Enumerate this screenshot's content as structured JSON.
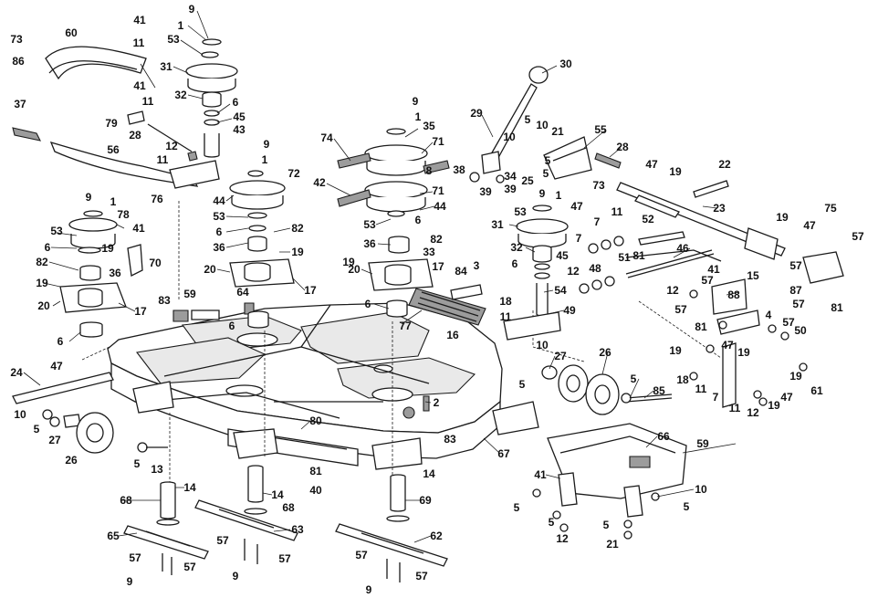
{
  "callouts": [
    [
      "9",
      210,
      10
    ],
    [
      "41",
      153,
      22
    ],
    [
      "73",
      18,
      43
    ],
    [
      "60",
      78,
      36
    ],
    [
      "11",
      152,
      47
    ],
    [
      "1",
      198,
      28
    ],
    [
      "53",
      190,
      43
    ],
    [
      "86",
      20,
      67
    ],
    [
      "31",
      182,
      73
    ],
    [
      "41",
      153,
      94
    ],
    [
      "37",
      22,
      114
    ],
    [
      "11",
      162,
      111
    ],
    [
      "32",
      198,
      104
    ],
    [
      "6",
      258,
      112
    ],
    [
      "45",
      262,
      128
    ],
    [
      "79",
      122,
      135
    ],
    [
      "28",
      148,
      148
    ],
    [
      "43",
      262,
      142
    ],
    [
      "56",
      124,
      164
    ],
    [
      "12",
      188,
      160
    ],
    [
      "11",
      178,
      175
    ],
    [
      "9",
      292,
      158
    ],
    [
      "1",
      290,
      175
    ],
    [
      "72",
      322,
      190
    ],
    [
      "76",
      172,
      218
    ],
    [
      "44",
      240,
      220
    ],
    [
      "53",
      240,
      237
    ],
    [
      "6",
      240,
      254
    ],
    [
      "82",
      326,
      250
    ],
    [
      "36",
      240,
      271
    ],
    [
      "19",
      326,
      276
    ],
    [
      "9",
      97,
      216
    ],
    [
      "1",
      124,
      221
    ],
    [
      "78",
      135,
      235
    ],
    [
      "53",
      62,
      253
    ],
    [
      "41",
      152,
      250
    ],
    [
      "6",
      52,
      271
    ],
    [
      "19",
      118,
      272
    ],
    [
      "82",
      46,
      287
    ],
    [
      "36",
      126,
      299
    ],
    [
      "70",
      170,
      288
    ],
    [
      "19",
      46,
      310
    ],
    [
      "20",
      48,
      335
    ],
    [
      "17",
      154,
      341
    ],
    [
      "6",
      66,
      374
    ],
    [
      "20",
      230,
      295
    ],
    [
      "17",
      340,
      318
    ],
    [
      "83",
      180,
      329
    ],
    [
      "59",
      208,
      322
    ],
    [
      "64",
      266,
      320
    ],
    [
      "6",
      254,
      357
    ],
    [
      "47",
      62,
      401
    ],
    [
      "24",
      18,
      408
    ],
    [
      "10",
      22,
      454
    ],
    [
      "5",
      40,
      470
    ],
    [
      "27",
      60,
      482
    ],
    [
      "26",
      78,
      504
    ],
    [
      "5",
      150,
      508
    ],
    [
      "13",
      172,
      514
    ],
    [
      "14",
      208,
      534
    ],
    [
      "68",
      138,
      548
    ],
    [
      "65",
      124,
      587
    ],
    [
      "57",
      148,
      611
    ],
    [
      "57",
      208,
      621
    ],
    [
      "9",
      142,
      637
    ],
    [
      "14",
      304,
      542
    ],
    [
      "68",
      316,
      556
    ],
    [
      "63",
      326,
      580
    ],
    [
      "57",
      244,
      592
    ],
    [
      "57",
      312,
      612
    ],
    [
      "9",
      258,
      631
    ],
    [
      "80",
      346,
      461
    ],
    [
      "81",
      346,
      516
    ],
    [
      "40",
      346,
      537
    ],
    [
      "9",
      455,
      111
    ],
    [
      "1",
      458,
      128
    ],
    [
      "35",
      470,
      138
    ],
    [
      "74",
      358,
      151
    ],
    [
      "71",
      480,
      155
    ],
    [
      "8",
      470,
      187
    ],
    [
      "42",
      350,
      200
    ],
    [
      "71",
      480,
      209
    ],
    [
      "44",
      482,
      226
    ],
    [
      "53",
      405,
      246
    ],
    [
      "6",
      458,
      241
    ],
    [
      "36",
      405,
      267
    ],
    [
      "82",
      478,
      262
    ],
    [
      "33",
      470,
      276
    ],
    [
      "17",
      480,
      292
    ],
    [
      "19",
      382,
      287
    ],
    [
      "20",
      388,
      295
    ],
    [
      "84",
      505,
      297
    ],
    [
      "3",
      522,
      291
    ],
    [
      "77",
      444,
      357
    ],
    [
      "6",
      403,
      333
    ],
    [
      "16",
      496,
      367
    ],
    [
      "2",
      478,
      441
    ],
    [
      "83",
      493,
      481
    ],
    [
      "67",
      552,
      497
    ],
    [
      "14",
      470,
      519
    ],
    [
      "69",
      466,
      548
    ],
    [
      "62",
      478,
      587
    ],
    [
      "57",
      396,
      608
    ],
    [
      "57",
      462,
      631
    ],
    [
      "9",
      404,
      646
    ],
    [
      "30",
      620,
      70
    ],
    [
      "29",
      522,
      124
    ],
    [
      "5",
      578,
      131
    ],
    [
      "10",
      558,
      150
    ],
    [
      "10",
      594,
      137
    ],
    [
      "21",
      611,
      144
    ],
    [
      "55",
      658,
      142
    ],
    [
      "28",
      682,
      161
    ],
    [
      "38",
      503,
      186
    ],
    [
      "39",
      532,
      210
    ],
    [
      "39",
      559,
      207
    ],
    [
      "34",
      559,
      193
    ],
    [
      "25",
      578,
      198
    ],
    [
      "5",
      600,
      176
    ],
    [
      "5",
      598,
      190
    ],
    [
      "73",
      656,
      203
    ],
    [
      "9",
      594,
      212
    ],
    [
      "1",
      612,
      214
    ],
    [
      "47",
      632,
      226
    ],
    [
      "53",
      570,
      232
    ],
    [
      "11",
      676,
      232
    ],
    [
      "31",
      545,
      246
    ],
    [
      "7",
      654,
      243
    ],
    [
      "7",
      634,
      261
    ],
    [
      "32",
      566,
      271
    ],
    [
      "6",
      564,
      289
    ],
    [
      "45",
      616,
      280
    ],
    [
      "52",
      710,
      240
    ],
    [
      "81",
      700,
      280
    ],
    [
      "12",
      628,
      297
    ],
    [
      "48",
      652,
      294
    ],
    [
      "51",
      684,
      282
    ],
    [
      "54",
      614,
      318
    ],
    [
      "18",
      554,
      330
    ],
    [
      "11",
      554,
      347
    ],
    [
      "49",
      624,
      340
    ],
    [
      "47",
      714,
      180
    ],
    [
      "19",
      740,
      188
    ],
    [
      "22",
      794,
      180
    ],
    [
      "23",
      788,
      228
    ],
    [
      "46",
      748,
      272
    ],
    [
      "19",
      857,
      238
    ],
    [
      "47",
      887,
      247
    ],
    [
      "75",
      910,
      228
    ],
    [
      "57",
      940,
      259
    ],
    [
      "57",
      872,
      291
    ],
    [
      "15",
      825,
      302
    ],
    [
      "87",
      872,
      318
    ],
    [
      "57",
      875,
      333
    ],
    [
      "81",
      917,
      337
    ],
    [
      "41",
      782,
      295
    ],
    [
      "57",
      775,
      307
    ],
    [
      "88",
      804,
      323
    ],
    [
      "12",
      737,
      318
    ],
    [
      "57",
      746,
      339
    ],
    [
      "81",
      768,
      358
    ],
    [
      "4",
      842,
      345
    ],
    [
      "57",
      864,
      353
    ],
    [
      "50",
      877,
      362
    ],
    [
      "47",
      797,
      378
    ],
    [
      "19",
      815,
      386
    ],
    [
      "19",
      740,
      384
    ],
    [
      "7",
      784,
      435
    ],
    [
      "47",
      862,
      435
    ],
    [
      "19",
      872,
      412
    ],
    [
      "61",
      895,
      428
    ],
    [
      "18",
      748,
      416
    ],
    [
      "11",
      768,
      426
    ],
    [
      "11",
      805,
      447
    ],
    [
      "12",
      825,
      452
    ],
    [
      "19",
      848,
      444
    ],
    [
      "10",
      594,
      378
    ],
    [
      "27",
      614,
      390
    ],
    [
      "26",
      663,
      386
    ],
    [
      "5",
      572,
      421
    ],
    [
      "5",
      694,
      415
    ],
    [
      "85",
      722,
      428
    ],
    [
      "66",
      727,
      478
    ],
    [
      "59",
      770,
      486
    ],
    [
      "41",
      592,
      520
    ],
    [
      "5",
      566,
      556
    ],
    [
      "10",
      768,
      536
    ],
    [
      "5",
      752,
      555
    ],
    [
      "5",
      604,
      572
    ],
    [
      "12",
      616,
      590
    ],
    [
      "5",
      664,
      575
    ],
    [
      "21",
      671,
      596
    ]
  ]
}
